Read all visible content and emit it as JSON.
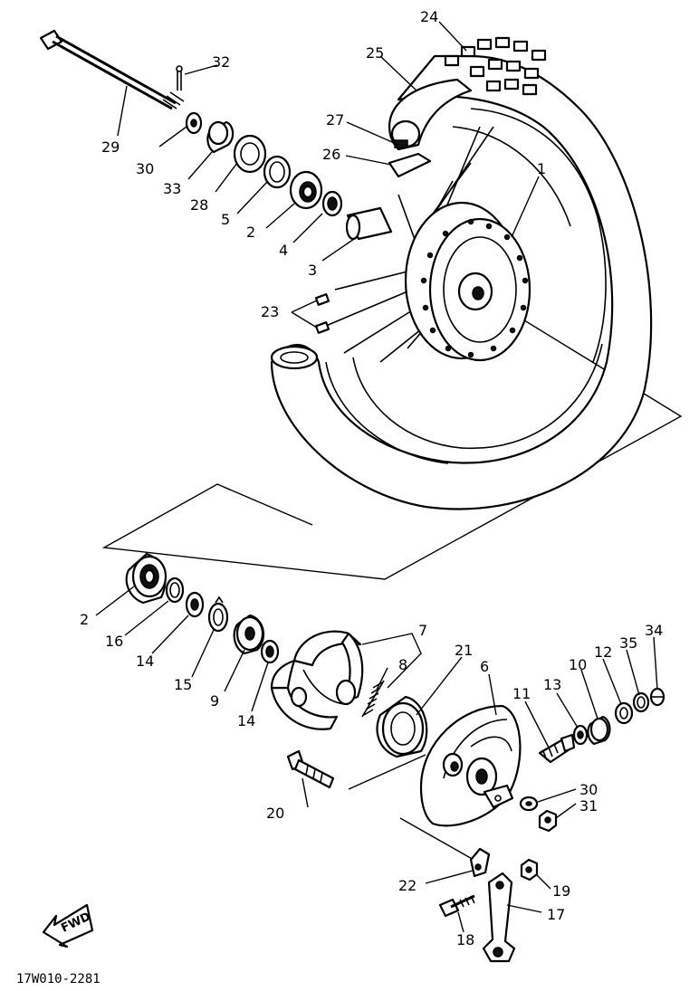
{
  "drawing_code": "17W010-2281",
  "fwd_label": "FWD",
  "callouts": {
    "c1": "1",
    "c2a": "2",
    "c2b": "2",
    "c3": "3",
    "c4": "4",
    "c5": "5",
    "c6": "6",
    "c7": "7",
    "c8": "8",
    "c9": "9",
    "c10": "10",
    "c11": "11",
    "c12": "12",
    "c13": "13",
    "c14a": "14",
    "c14b": "14",
    "c15": "15",
    "c16": "16",
    "c17": "17",
    "c18": "18",
    "c19": "19",
    "c20": "20",
    "c21": "21",
    "c22": "22",
    "c23": "23",
    "c24": "24",
    "c25": "25",
    "c26": "26",
    "c27": "27",
    "c28": "28",
    "c29": "29",
    "c30a": "30",
    "c30b": "30",
    "c31": "31",
    "c32": "32",
    "c33": "33",
    "c34": "34",
    "c35": "35"
  }
}
